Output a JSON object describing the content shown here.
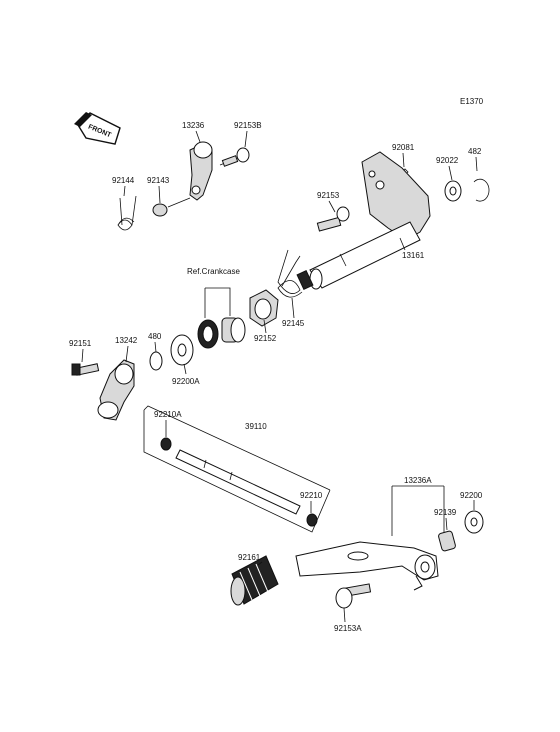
{
  "diagram": {
    "code": "E1370",
    "front_badge": "FRONT",
    "ref_note": "Ref.Crankcase",
    "parts": {
      "p13236": "13236",
      "p92153B": "92153B",
      "p92144": "92144",
      "p92143": "92143",
      "p92081": "92081",
      "p92022": "92022",
      "p482": "482",
      "p92153": "92153",
      "p13161": "13161",
      "p92145": "92145",
      "p92152": "92152",
      "p92151": "92151",
      "p13242": "13242",
      "p480": "480",
      "p92200A": "92200A",
      "p92210A": "92210A",
      "p39110": "39110",
      "p92210": "92210",
      "p13236A": "13236A",
      "p92200": "92200",
      "p92139": "92139",
      "p92161": "92161",
      "p92153A": "92153A"
    }
  }
}
